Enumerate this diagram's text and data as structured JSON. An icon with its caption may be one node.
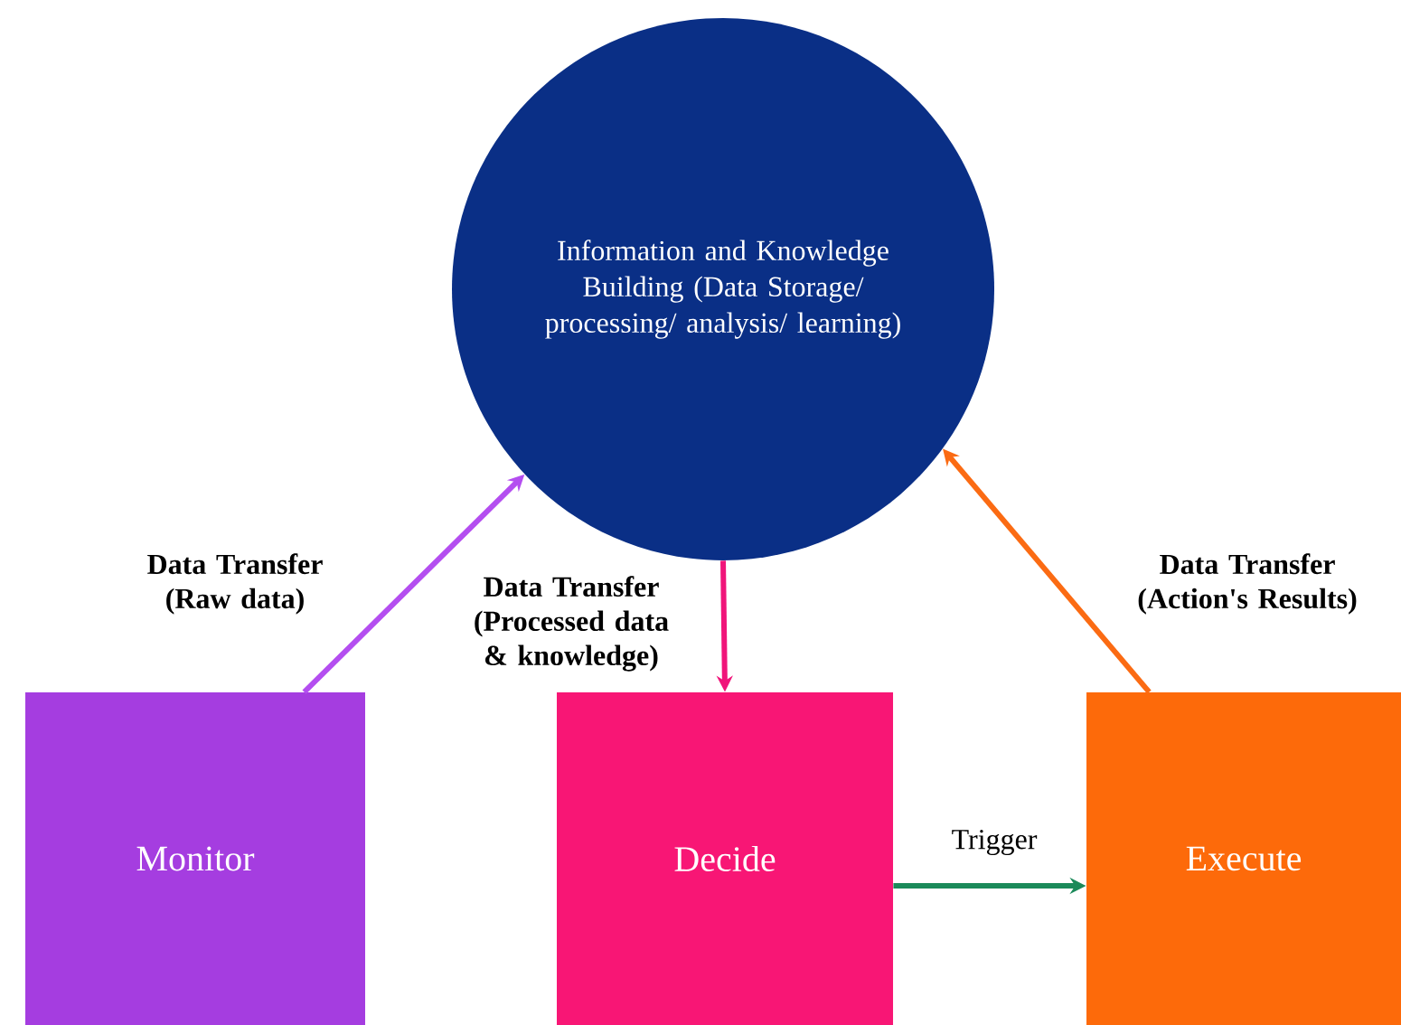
{
  "diagram": {
    "nodes": [
      {
        "text": [
          "Information and Knowledge Building (Data Storage/ processing/ analysis/ learning)"
        ]
      },
      {
        "text": [
          "Monitor"
        ]
      },
      {
        "text": [
          "Decide"
        ]
      },
      {
        "text": [
          "Execute"
        ]
      }
    ],
    "edges": [
      {
        "from": 1,
        "to": 0,
        "arrow": "to",
        "label": "Data Transfer (Raw data)",
        "color": "#b44ef0"
      },
      {
        "from": 0,
        "to": 2,
        "arrow": "to",
        "label": "Data Transfer (Processed data & knowledge)",
        "color": "#f0157a"
      },
      {
        "from": 3,
        "to": 0,
        "arrow": "to",
        "label": "Data Transfer (Action's Results)",
        "color": "#fb6b13"
      },
      {
        "from": 2,
        "to": 3,
        "arrow": "to",
        "label": "Trigger",
        "color": "#1b8a5a"
      }
    ]
  }
}
